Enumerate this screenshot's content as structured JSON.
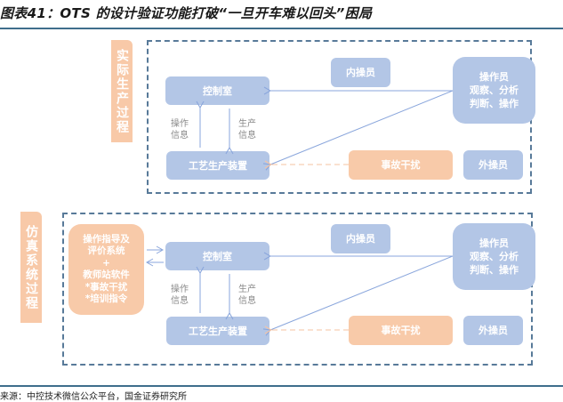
{
  "header": {
    "title": "图表41：OTS 的设计验证功能打破“一旦开车难以回头”困局"
  },
  "footer": {
    "source": "来源：中控技术微信公众平台，国金证券研究所"
  },
  "colors": {
    "blue_box": "#b3c6e6",
    "orange_box": "#f8caa9",
    "frame_dash": "#587a99",
    "rule": "#3f6e8c",
    "blue_arrow": "#8aa6dc",
    "orange_dash": "#f6c3a2"
  },
  "panels": [
    {
      "side_label": "实际生产过程",
      "control_room": "控制室",
      "process_unit": "工艺生产装置",
      "inner_operator": "内操员",
      "operator": [
        "操作员",
        "观察、分析",
        "判断、操作"
      ],
      "incident": "事故干扰",
      "outer_operator": "外操员",
      "op_info": [
        "操作",
        "信息"
      ],
      "prod_info": [
        "生产",
        "信息"
      ]
    },
    {
      "side_label": "仿真系统过程",
      "control_room": "控制室",
      "process_unit": "工艺生产装置",
      "inner_operator": "内操员",
      "operator": [
        "操作员",
        "观察、分析",
        "判断、操作"
      ],
      "incident": "事故干扰",
      "outer_operator": "外操员",
      "op_info": [
        "操作",
        "信息"
      ],
      "prod_info": [
        "生产",
        "信息"
      ],
      "trainer_system": [
        "操作指导及",
        "评价系统",
        "+",
        "教师站软件",
        "*事故干扰",
        "*培训指令"
      ]
    }
  ]
}
